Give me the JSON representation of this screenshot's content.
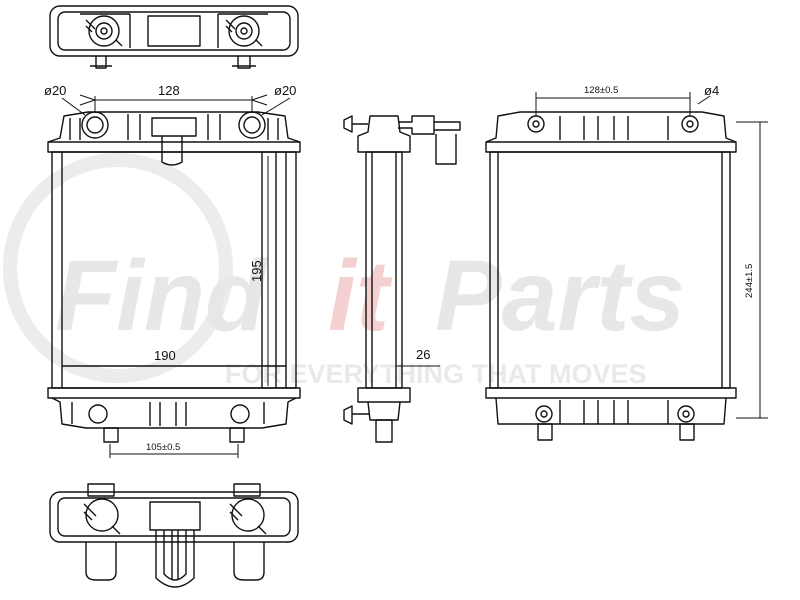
{
  "watermark": {
    "brand_part1": "Find",
    "brand_part2": "it",
    "brand_part3": "Parts",
    "tagline": "FOR EVERYTHING THAT MOVES",
    "color_gray": "#e7e7e7",
    "color_red": "#f5d0d0"
  },
  "dimensions": {
    "front_pipe_left_dia": "ø20",
    "front_pipe_right_dia": "ø20",
    "front_pipe_spacing": "128",
    "front_core_height": "195",
    "front_core_width": "190",
    "bottom_mount_spacing": "105±0.5",
    "side_thickness": "26",
    "rear_mount_spacing": "128±0.5",
    "rear_hole_dia": "ø4",
    "rear_total_height": "244±1.5"
  },
  "colors": {
    "line": "#111111",
    "background": "#ffffff"
  }
}
